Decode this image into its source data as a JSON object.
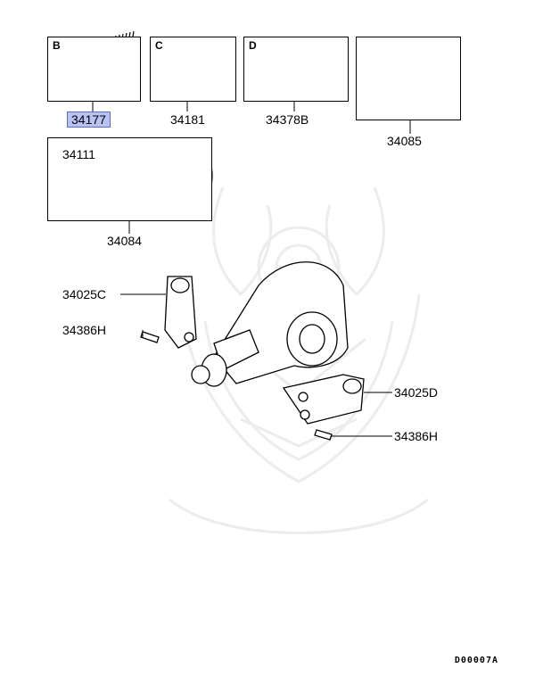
{
  "boxes": [
    {
      "letter": "B",
      "part": "34177"
    },
    {
      "letter": "C",
      "part": "34181"
    },
    {
      "letter": "D",
      "part": "34378B"
    },
    {
      "letter": "",
      "part": "34085"
    }
  ],
  "gear_set": {
    "part": "34084",
    "nut_part": "34111"
  },
  "labels": {
    "mount_left": "34025C",
    "bolt_left": "34386H",
    "mount_right": "34025D",
    "bolt_right": "34386H"
  },
  "highlighted_part": "34177",
  "footer_code": "D00007A",
  "colors": {
    "highlight": "#b9c3f3",
    "watermark": "#eeeeee"
  }
}
